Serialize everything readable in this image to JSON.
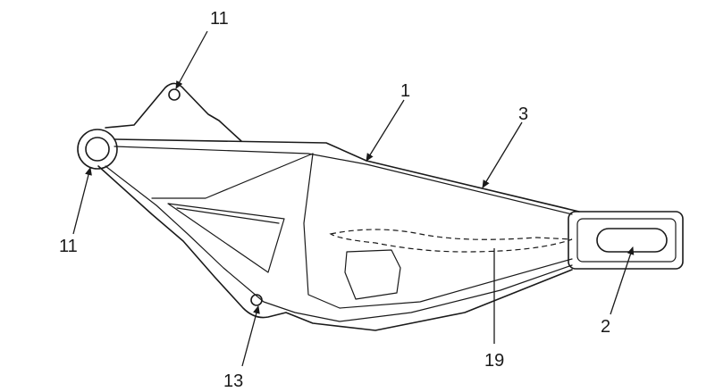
{
  "figure": {
    "labels": {
      "l11_top": "11",
      "l1": "1",
      "l3": "3",
      "l11_left": "11",
      "l2": "2",
      "l19": "19",
      "l13": "13"
    },
    "colors": {
      "ink": "#1a1a1a",
      "background": "#ffffff"
    }
  }
}
